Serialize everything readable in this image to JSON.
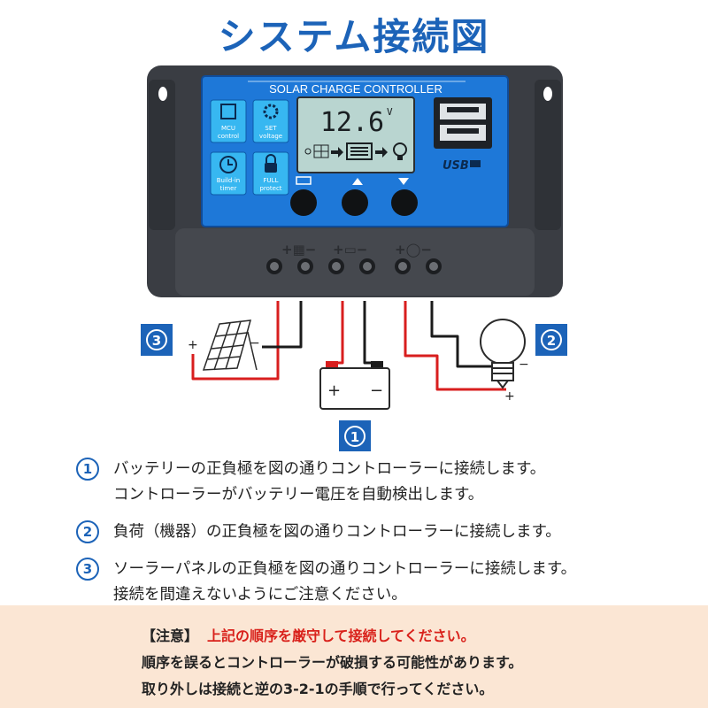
{
  "title": "システム接続図",
  "controller": {
    "label": "SOLAR CHARGE CONTROLLER",
    "voltage": "12.6",
    "voltage_unit": "V",
    "usb_label": "USB",
    "features": [
      {
        "line1": "MCU",
        "line2": "control",
        "icon": "chip-icon"
      },
      {
        "line1": "SET",
        "line2": "voltage",
        "icon": "gear-icon"
      },
      {
        "line1": "Build-in",
        "line2": "timer",
        "icon": "clock-icon"
      },
      {
        "line1": "FULL",
        "line2": "protect",
        "icon": "lock-icon"
      }
    ],
    "buttons": [
      {
        "name": "menu-button",
        "icon": "battery-icon"
      },
      {
        "name": "up-button",
        "icon": "arrow-up-icon"
      },
      {
        "name": "down-button",
        "icon": "arrow-down-icon"
      }
    ]
  },
  "markers": {
    "battery": "1",
    "load": "2",
    "panel": "3"
  },
  "polarity": {
    "plus": "+",
    "minus": "−"
  },
  "steps": [
    {
      "num": "1",
      "lines": [
        "バッテリーの正負極を図の通りコントローラーに接続します。",
        "コントローラーがバッテリー電圧を自動検出します。"
      ]
    },
    {
      "num": "2",
      "lines": [
        "負荷（機器）の正負極を図の通りコントローラーに接続します。"
      ]
    },
    {
      "num": "3",
      "lines": [
        "ソーラーパネルの正負極を図の通りコントローラーに接続します。",
        "接続を間違えないようにご注意ください。"
      ]
    }
  ],
  "notice": {
    "heading": "【注意】",
    "warning": "上記の順序を厳守して接続してください。",
    "lines": [
      "順序を誤るとコントローラーが破損する可能性があります。",
      "取り外しは接続と逆の3-2-1の手順で行ってください。"
    ]
  },
  "colors": {
    "accent": "#1c63b8",
    "controller_blue": "#1e78d8",
    "warning_red": "#d9211b",
    "wire_red": "#d81e1e",
    "notice_bg": "#fbe6d4"
  }
}
